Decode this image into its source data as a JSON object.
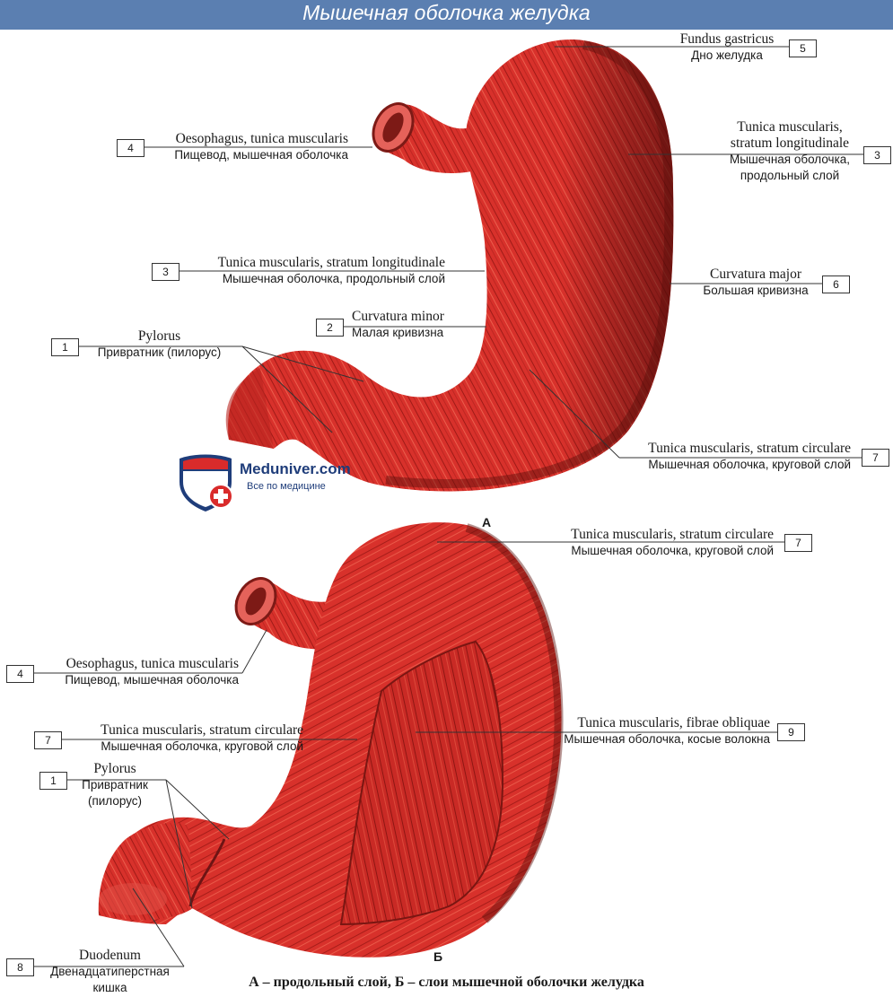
{
  "title": "Мышечная оболочка желудка",
  "colors": {
    "title_bar": "#5b7fb1",
    "muscle": "#d8312b",
    "muscle_dark": "#6e1414",
    "logo_blue": "#1f3d7a",
    "logo_red": "#d92b2b"
  },
  "logo": {
    "brand": "Meduniver.com",
    "tagline": "Все по медицине"
  },
  "panel_a": {
    "panel_letter": "А",
    "labels": [
      {
        "num": "5",
        "latin": "Fundus gastricus",
        "russian": "Дно желудка"
      },
      {
        "num": "4",
        "latin": "Oesophagus, tunica muscularis",
        "russian": "Пищевод, мышечная оболочка"
      },
      {
        "num": "3",
        "latin": "Tunica muscularis,",
        "latin2": "stratum longitudinale",
        "russian": "Мышечная оболочка,",
        "russian2": "продольный слой"
      },
      {
        "num": "3",
        "latin": "Tunica muscularis, stratum longitudinale",
        "russian": "Мышечная оболочка, продольный слой"
      },
      {
        "num": "6",
        "latin": "Curvatura major",
        "russian": "Большая кривизна"
      },
      {
        "num": "2",
        "latin": "Curvatura minor",
        "russian": "Малая кривизна"
      },
      {
        "num": "1",
        "latin": "Pylorus",
        "russian": "Привратник (пилорус)"
      },
      {
        "num": "7",
        "latin": "Tunica muscularis, stratum circulare",
        "russian": "Мышечная оболочка, круговой слой"
      }
    ]
  },
  "panel_b": {
    "panel_letter": "Б",
    "labels": [
      {
        "num": "7",
        "latin": "Tunica muscularis, stratum circulare",
        "russian": "Мышечная оболочка, круговой слой"
      },
      {
        "num": "4",
        "latin": "Oesophagus, tunica muscularis",
        "russian": "Пищевод, мышечная оболочка"
      },
      {
        "num": "9",
        "latin": "Tunica muscularis, fibrae obliquae",
        "russian": "Мышечная оболочка, косые волокна"
      },
      {
        "num": "7",
        "latin": "Tunica muscularis, stratum circulare",
        "russian": "Мышечная оболочка, круговой слой"
      },
      {
        "num": "1",
        "latin": "Pylorus",
        "russian": "Привратник",
        "russian2": "(пилорус)"
      },
      {
        "num": "8",
        "latin": "Duodenum",
        "russian": "Двенадцатиперстная",
        "russian2": "кишка"
      }
    ]
  },
  "caption": "А – продольный слой, Б – слои мышечной оболочки желудка"
}
